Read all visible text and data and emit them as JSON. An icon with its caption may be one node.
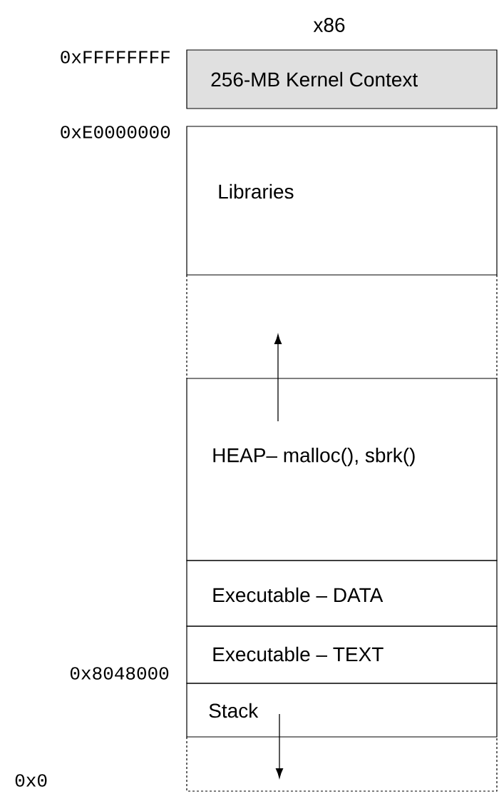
{
  "diagram": {
    "title": "x86",
    "nodes": [
      {
        "text": [
          "256-MB Kernel Context"
        ]
      },
      {
        "text": [
          "Libraries"
        ]
      },
      {
        "text": [
          "HEAP– malloc(), sbrk()"
        ]
      },
      {
        "text": [
          "Executable – DATA"
        ]
      },
      {
        "text": [
          "Executable – TEXT"
        ]
      },
      {
        "text": [
          "Stack"
        ]
      }
    ],
    "labels": [
      "0xFFFFFFFF",
      "0xE0000000",
      "0x8048000",
      "0x0"
    ]
  }
}
